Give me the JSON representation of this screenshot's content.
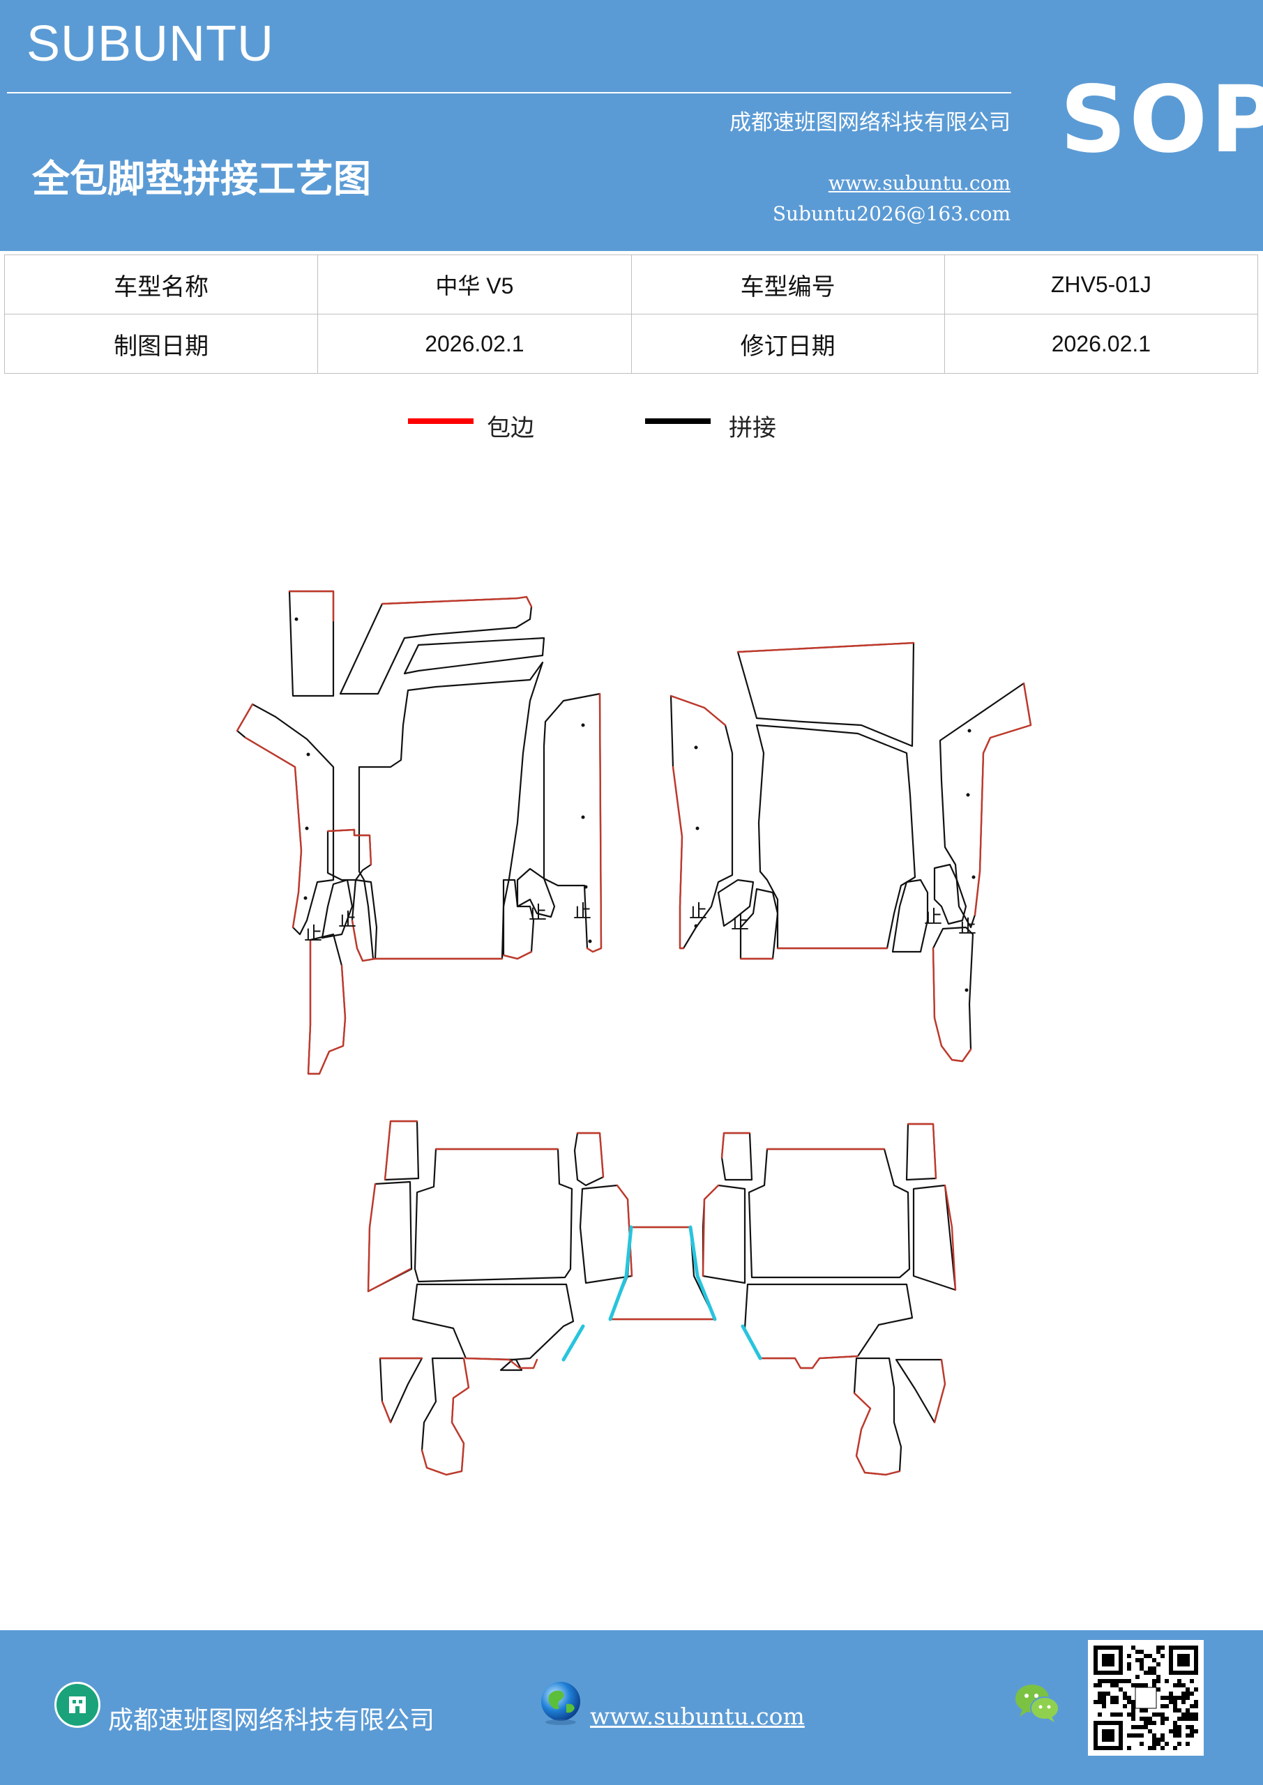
{
  "header": {
    "brand": "SUBUNTU",
    "company": "成都速班图网络科技有限公司",
    "title": "全包脚垫拼接工艺图",
    "website": "www.subuntu.com",
    "email": "Subuntu2026@163.com",
    "badge": "SOP"
  },
  "info_table": {
    "rows": [
      {
        "label1": "车型名称",
        "value1": "中华 V5",
        "label2": "车型编号",
        "value2": "ZHV5-01J"
      },
      {
        "label1": "制图日期",
        "value1": "2026.02.1",
        "label2": "修订日期",
        "value2": "2026.02.1"
      }
    ]
  },
  "legend": [
    {
      "label": "包边",
      "color": "#ff0000"
    },
    {
      "label": "拼接",
      "color": "#000000"
    }
  ],
  "drawing": {
    "stitch_color": "#111111",
    "edge_color": "#c0392b",
    "joint_color": "#27c4dd",
    "marks": [
      "止",
      "止",
      "止",
      "止",
      "止",
      "止",
      "止",
      "止"
    ]
  },
  "footer": {
    "company": "成都速班图网络科技有限公司",
    "website": "www.subuntu.com",
    "icons": [
      "building-icon",
      "globe-icon",
      "wechat-icon",
      "qr-code"
    ]
  }
}
